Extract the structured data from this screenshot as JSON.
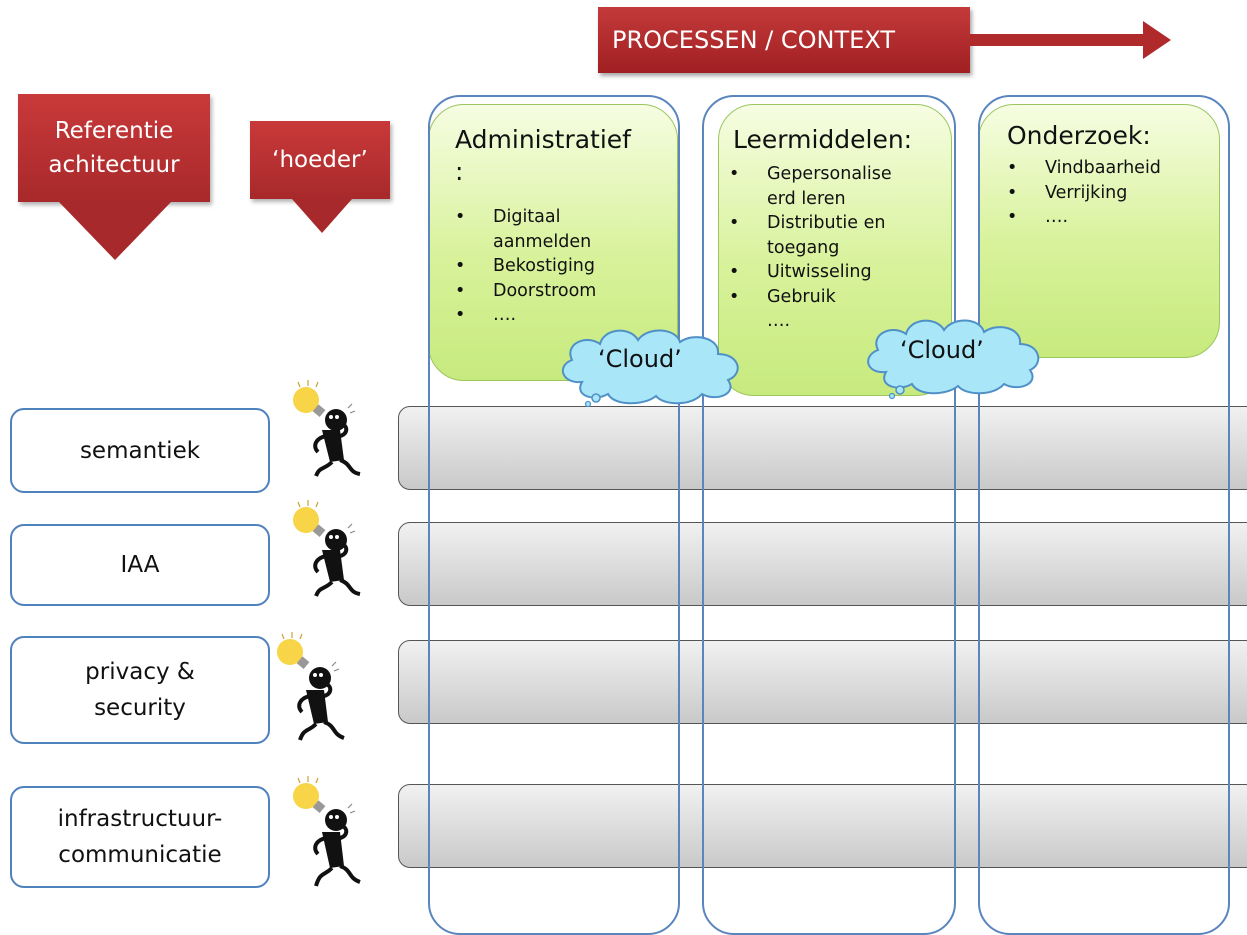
{
  "top_arrow": {
    "label": "PROCESSEN / CONTEXT"
  },
  "ref_arrow": {
    "line1": "Referentie",
    "line2": "achitectuur"
  },
  "hoeder_arrow": {
    "label": "‘hoeder’"
  },
  "processes": [
    {
      "title_line1": "Administratief",
      "title_line2": ":",
      "items": [
        "Digitaal",
        "aanmelden",
        "Bekostiging",
        "Doorstroom",
        "…."
      ],
      "bullets": [
        true,
        false,
        true,
        true,
        true
      ]
    },
    {
      "title": "Leermiddelen:",
      "items": [
        "Gepersonalise",
        "erd leren",
        "Distributie en",
        "toegang",
        "Uitwisseling",
        "Gebruik",
        "…."
      ],
      "bullets": [
        true,
        false,
        true,
        false,
        true,
        true,
        false
      ]
    },
    {
      "title": "Onderzoek:",
      "items": [
        "Vindbaarheid",
        "Verrijking",
        "…."
      ],
      "bullets": [
        true,
        true,
        true
      ]
    }
  ],
  "clouds": [
    "‘Cloud’",
    "‘Cloud’"
  ],
  "layers": [
    {
      "line1": "semantiek",
      "line2": ""
    },
    {
      "line1": "IAA",
      "line2": ""
    },
    {
      "line1": "privacy &",
      "line2": "security"
    },
    {
      "line1": "infrastructuur-",
      "line2": "communicatie"
    }
  ],
  "colors": {
    "arrow_red": "#b02a2c",
    "green_fill": "#d8f29b",
    "outline_blue": "#5a85bd",
    "cloud_fill": "#a8e6f8",
    "bulb_yellow": "#f8d547"
  }
}
